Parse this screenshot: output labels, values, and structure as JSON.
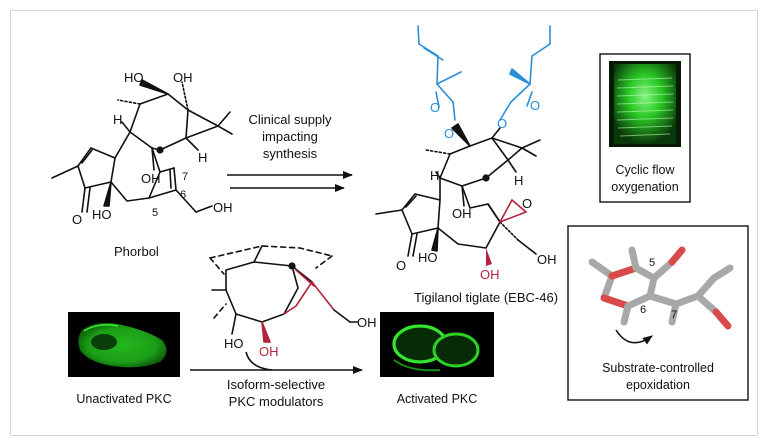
{
  "labels": {
    "phorbol": "Phorbol",
    "tigilanol": "Tigilanol tiglate (EBC-46)",
    "arrow_line1": "Clinical supply",
    "arrow_line2": "impacting",
    "arrow_line3": "synthesis",
    "flow_line1": "Cyclic flow",
    "flow_line2": "oxygenation",
    "epox_line1": "Substrate-controlled",
    "epox_line2": "epoxidation",
    "unactivated": "Unactivated PKC",
    "activated": "Activated PKC",
    "mod_line1": "Isoform-selective",
    "mod_line2": "PKC modulators"
  },
  "atoms": {
    "ho": "HO",
    "oh": "OH",
    "h": "H",
    "o": "O",
    "n7": "7",
    "n6": "6",
    "n5": "5"
  },
  "colors": {
    "ester": "#2b8fd6",
    "highlight": "#b3243a",
    "fluor": "#22c41e",
    "stick_o": "#d94b4b",
    "stick_c": "#a8a8a8"
  }
}
